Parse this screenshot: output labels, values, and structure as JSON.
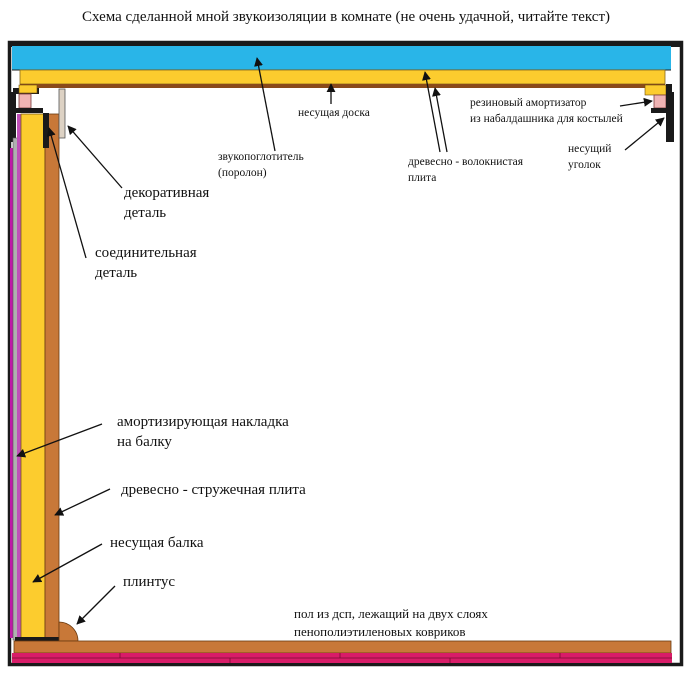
{
  "title": "Схема  сделанной мной звукоизоляции в комнате  (не очень удачной, читайте текст)",
  "labels": {
    "carrying_board": "несущая доска",
    "sound_absorber": [
      "звукопоглотитель",
      "(поролон)"
    ],
    "fiberboard": [
      "древесно - волокнистая",
      "плита"
    ],
    "rubber_damper": [
      "резиновый амортизатор",
      "из набалдашника для костылей"
    ],
    "carrying_angle": [
      "несущий",
      "уголок"
    ],
    "decorative_detail": [
      "декоративная",
      "деталь"
    ],
    "connecting_detail": [
      "соединительная",
      "деталь"
    ],
    "beam_pad": [
      "амортизирующая накладка",
      "на балку"
    ],
    "particleboard": "древесно - стружечная плита",
    "carrying_beam": "несущая балка",
    "skirting": "плинтус",
    "floor": [
      "пол  из дсп, лежащий на двух слоях",
      "пенополиэтиленовых ковриков"
    ]
  },
  "colors": {
    "frame": "#1a1a1a",
    "foam": "#29b5e8",
    "board": "#fccc2e",
    "brown": "#c87838",
    "floor_mat": "#d81c68",
    "pink_strip": "#c01aa8",
    "damper": "#f0b4b4"
  }
}
